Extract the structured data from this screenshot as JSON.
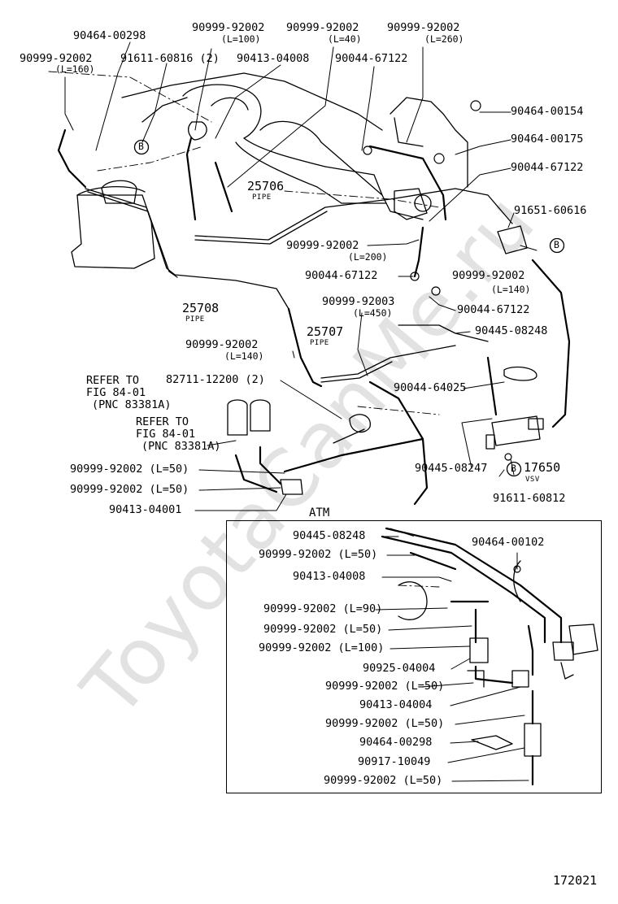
{
  "watermark": "ToyotaCanMe.ru",
  "diagram_number": "172021",
  "atm_label": "ATM",
  "pipes": [
    {
      "id": "25706",
      "label": "PIPE"
    },
    {
      "id": "25708",
      "label": "PIPE"
    },
    {
      "id": "25707",
      "label": "PIPE"
    }
  ],
  "vsv": {
    "id": "17650",
    "label": "VSV"
  },
  "circle_mark": "B",
  "refer_notes": [
    {
      "line1": "REFER TO",
      "line2": "FIG 84-01",
      "line3": "(PNC 83381A)"
    },
    {
      "line1": "REFER TO",
      "line2": "FIG 84-01",
      "line3": "(PNC 83381A)"
    }
  ],
  "parts": {
    "p01": {
      "num": "90464-00298",
      "note": ""
    },
    "p02": {
      "num": "90999-92002",
      "note": "(L=160)"
    },
    "p03": {
      "num": "91611-60816 (2)",
      "note": ""
    },
    "p04": {
      "num": "90999-92002",
      "note": "(L=100)"
    },
    "p05": {
      "num": "90413-04008",
      "note": ""
    },
    "p06": {
      "num": "90999-92002",
      "note": "(L=40)"
    },
    "p07": {
      "num": "90044-67122",
      "note": ""
    },
    "p08": {
      "num": "90999-92002",
      "note": "(L=260)"
    },
    "p09": {
      "num": "90464-00154",
      "note": ""
    },
    "p10": {
      "num": "90464-00175",
      "note": ""
    },
    "p11": {
      "num": "90044-67122",
      "note": ""
    },
    "p12": {
      "num": "91651-60616",
      "note": ""
    },
    "p13": {
      "num": "90999-92002",
      "note": "(L=200)"
    },
    "p14": {
      "num": "90044-67122",
      "note": ""
    },
    "p15": {
      "num": "90999-92002",
      "note": "(L=140)"
    },
    "p16": {
      "num": "90044-67122",
      "note": ""
    },
    "p17": {
      "num": "90999-92003",
      "note": "(L=450)"
    },
    "p18": {
      "num": "90445-08248",
      "note": ""
    },
    "p19": {
      "num": "90999-92002",
      "note": "(L=140)"
    },
    "p20": {
      "num": "82711-12200 (2)",
      "note": ""
    },
    "p21": {
      "num": "90044-64025",
      "note": ""
    },
    "p22": {
      "num": "90445-08247",
      "note": ""
    },
    "p23": {
      "num": "91611-60812",
      "note": ""
    },
    "p24": {
      "num": "90999-92002 (L=50)",
      "note": ""
    },
    "p25": {
      "num": "90999-92002 (L=50)",
      "note": ""
    },
    "p26": {
      "num": "90413-04001",
      "note": ""
    },
    "a01": {
      "num": "90445-08248",
      "note": ""
    },
    "a02": {
      "num": "90464-00102",
      "note": ""
    },
    "a03": {
      "num": "90999-92002 (L=50)",
      "note": ""
    },
    "a04": {
      "num": "90413-04008",
      "note": ""
    },
    "a05": {
      "num": "90999-92002 (L=90)",
      "note": ""
    },
    "a06": {
      "num": "90999-92002 (L=50)",
      "note": ""
    },
    "a07": {
      "num": "90999-92002 (L=100)",
      "note": ""
    },
    "a08": {
      "num": "90925-04004",
      "note": ""
    },
    "a09": {
      "num": "90999-92002 (L=50)",
      "note": ""
    },
    "a10": {
      "num": "90413-04004",
      "note": ""
    },
    "a11": {
      "num": "90999-92002 (L=50)",
      "note": ""
    },
    "a12": {
      "num": "90464-00298",
      "note": ""
    },
    "a13": {
      "num": "90917-10049",
      "note": ""
    },
    "a14": {
      "num": "90999-92002 (L=50)",
      "note": ""
    }
  }
}
